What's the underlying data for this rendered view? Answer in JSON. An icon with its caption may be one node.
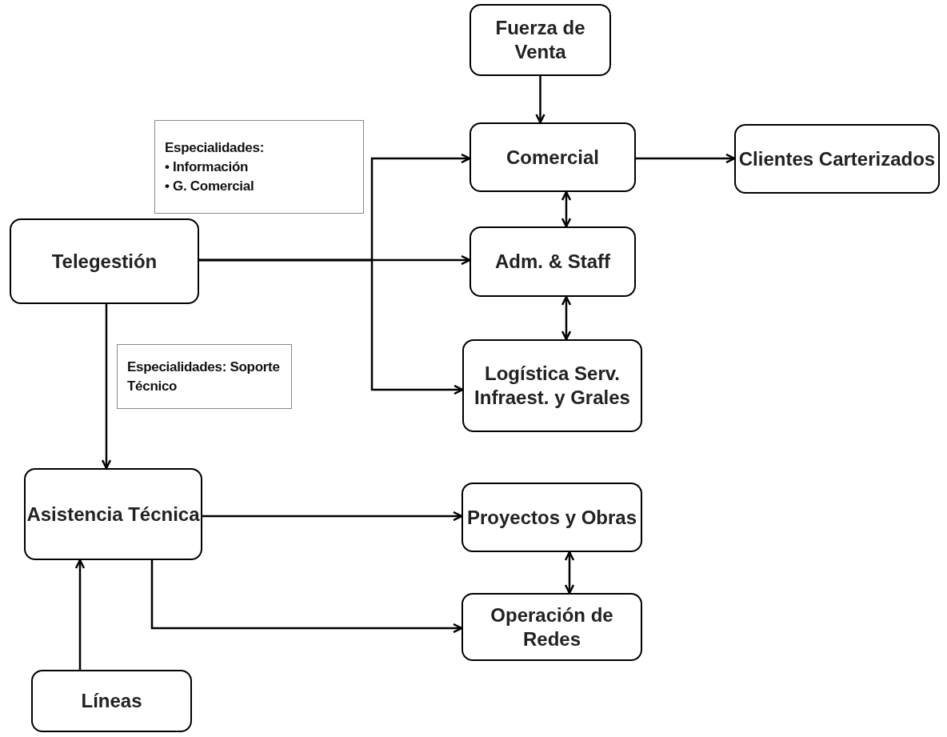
{
  "diagram": {
    "nodes": [
      {
        "text": [
          "Fuerza de Venta"
        ]
      },
      {
        "text": [
          "Comercial"
        ]
      },
      {
        "text": [
          "Clientes Carterizados"
        ]
      },
      {
        "text": [
          "Especialidades:",
          "• Información",
          "• G. Comercial"
        ]
      },
      {
        "text": [
          "Telegestión"
        ]
      },
      {
        "text": [
          "Adm. & Staff"
        ]
      },
      {
        "text": [
          "Especialidades: Soporte Técnico"
        ]
      },
      {
        "text": [
          "Logística Serv. Infraest. y Grales"
        ]
      },
      {
        "text": [
          "Asistencia Técnica"
        ]
      },
      {
        "text": [
          "Proyectos y Obras"
        ]
      },
      {
        "text": [
          "Operación de Redes"
        ]
      },
      {
        "text": [
          "Líneas"
        ]
      }
    ],
    "edges": [
      {
        "from": 0,
        "to": 1,
        "arrow": "to"
      },
      {
        "from": 1,
        "to": 2,
        "arrow": "to"
      },
      {
        "from": 1,
        "to": 5,
        "arrow": "both"
      },
      {
        "from": 4,
        "to": 5,
        "arrow": "to"
      },
      {
        "from": 4,
        "to": 1,
        "arrow": "to"
      },
      {
        "from": 4,
        "to": 7,
        "arrow": "to"
      },
      {
        "from": 5,
        "to": 7,
        "arrow": "both"
      },
      {
        "from": 4,
        "to": 8,
        "arrow": "to"
      },
      {
        "from": 8,
        "to": 9,
        "arrow": "to"
      },
      {
        "from": 8,
        "to": 10,
        "arrow": "to"
      },
      {
        "from": 9,
        "to": 10,
        "arrow": "both"
      },
      {
        "from": 11,
        "to": 8,
        "arrow": "to"
      }
    ]
  }
}
